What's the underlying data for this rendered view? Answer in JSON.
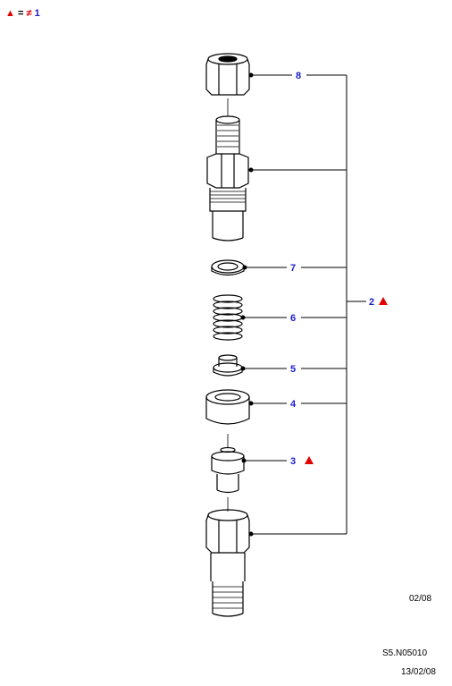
{
  "legend": {
    "equals": "=",
    "not_symbol": "≠",
    "ref": "1",
    "colors": {
      "label": "#1a1acc",
      "warn": "#e00000"
    }
  },
  "callouts": {
    "c8": "8",
    "c7": "7",
    "c6": "6",
    "c5": "5",
    "c4": "4",
    "c3": "3",
    "c2": "2"
  },
  "footer": {
    "issue_date": "02/08",
    "code": "S5.N05010",
    "date": "13/02/08"
  }
}
